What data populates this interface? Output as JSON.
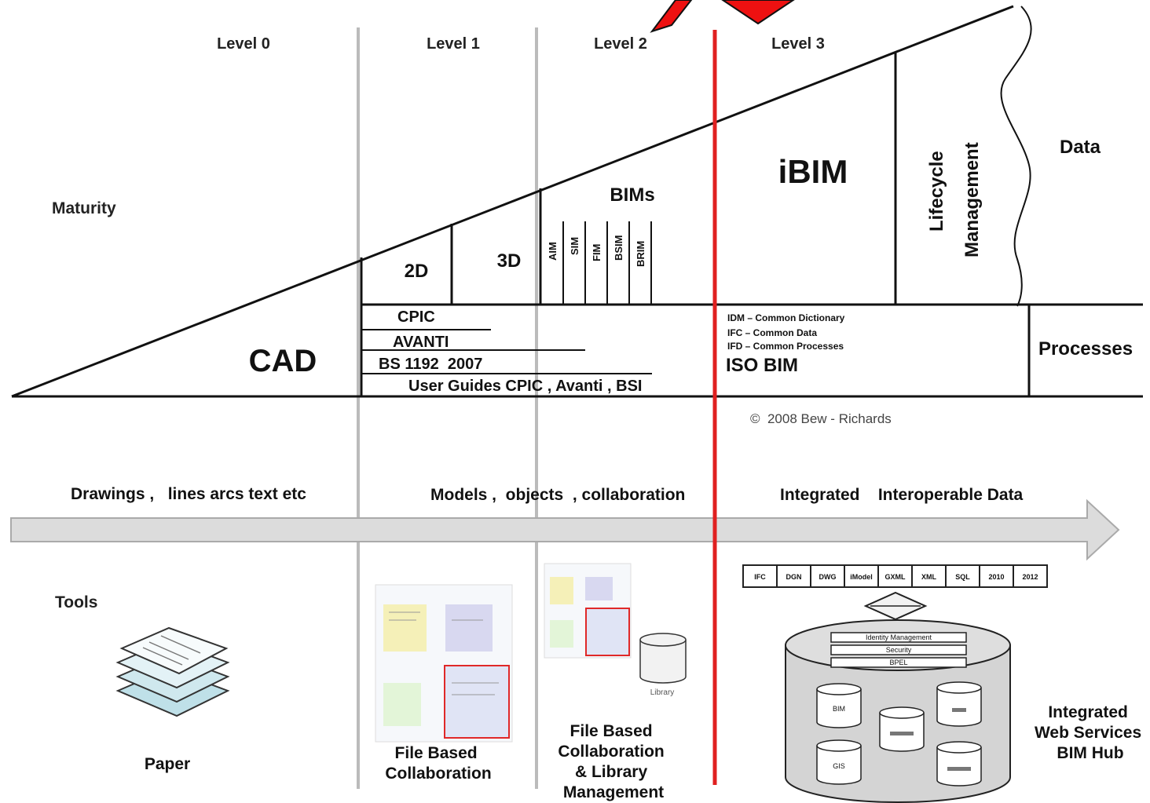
{
  "levels": [
    "Level 0",
    "Level 1",
    "Level 2",
    "Level 3"
  ],
  "left_labels": {
    "maturity": "Maturity",
    "tools": "Tools"
  },
  "triangle": {
    "cad": "CAD",
    "two_d": "2D",
    "three_d": "3D",
    "bims": "BIMs",
    "bim_types": [
      "AIM",
      "SIM",
      "FIM",
      "BSIM",
      "BRIM"
    ],
    "ibim": "iBIM",
    "lifecycle_line1": "Lifecycle",
    "lifecycle_line2": "Management",
    "data": "Data",
    "processes": "Processes"
  },
  "standards": {
    "cpic": "CPIC",
    "avanti": "AVANTI",
    "bs": "BS 1192  2007",
    "user_guides": "User Guides CPIC , Avanti , BSI",
    "idm": "IDM – Common Dictionary",
    "ifc": "IFC – Common Data",
    "ifd": "IFD – Common Processes",
    "iso": "ISO BIM"
  },
  "copyright": "©  2008 Bew - Richards",
  "arrow_labels": {
    "left": "Drawings ,   lines arcs text etc",
    "middle": "Models ,  objects  , collaboration",
    "right": "Integrated    Interoperable Data"
  },
  "tools": {
    "paper": "Paper",
    "file_based_l1": "File Based\nCollaboration",
    "file_based_l2": "File Based\nCollaboration\n& Library\nManagement",
    "library": "Library",
    "hub": "Integrated\nWeb Services\nBIM Hub",
    "formats": [
      "IFC",
      "DGN",
      "DWG",
      "iModel",
      "GXML",
      "XML",
      "SQL",
      "2010",
      "2012"
    ],
    "hub_layers": [
      "Identity Management",
      "Security",
      "BPEL"
    ],
    "hub_dbs": [
      "BIM",
      "GIS"
    ]
  },
  "colors": {
    "red_line": "#e02020",
    "arrow": "#d8d8d8",
    "line": "#111111"
  }
}
